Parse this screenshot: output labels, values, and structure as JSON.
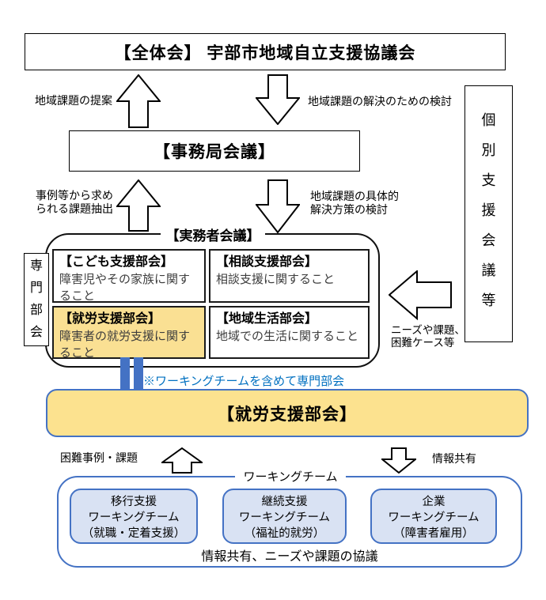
{
  "colors": {
    "accent_blue": "#4472C4",
    "note_blue": "#0070C0",
    "highlight_yellow": "#FCE28F",
    "subcommittee_yellow": "#FAE093",
    "team_box_fill": "#D9E2F3"
  },
  "top_box": {
    "label": "【全体会】 宇部市地域自立支援協議会"
  },
  "flow_top": {
    "up_label": "地域課題の提案",
    "down_label": "地域課題の解決のための検討"
  },
  "secretariat_box": {
    "label": "【事務局会議】"
  },
  "flow_mid": {
    "up_label": "事例等から求め\nられる課題抽出",
    "down_label": "地域課題の具体的\n解決方策の検討"
  },
  "practitioner": {
    "title": "【実務者会議】",
    "side_label": "専\n門\n部\n会",
    "subcommittees": [
      {
        "title": "【こども支援部会】",
        "body": "障害児やその家族に関す\nること",
        "highlighted": false
      },
      {
        "title": "【相談支援部会】",
        "body": "相談支援に関すること",
        "highlighted": false
      },
      {
        "title": "【就労支援部会】",
        "body": "障害者の就労支援に関す\nること",
        "highlighted": true
      },
      {
        "title": "【地域生活部会】",
        "body": "地域での生活に関すること",
        "highlighted": false
      }
    ]
  },
  "individual_support_box": {
    "label": "個\n別\n支\n援\n会\n議\n等"
  },
  "needs_label": "ニーズや課題、\n困難ケース等",
  "working_note": "※ワーキングチームを含めて専門部会",
  "employment_box": {
    "label": "【就労支援部会】"
  },
  "flow_bottom": {
    "up_label": "困難事例・課題",
    "down_label": "情報共有"
  },
  "working_team": {
    "title": "ワーキングチーム",
    "teams": [
      {
        "name": "移行支援\nワーキングチーム\n（就職・定着支援）"
      },
      {
        "name": "継続支援\nワーキングチーム\n（福祉的就労）"
      },
      {
        "name": "企業\nワーキングチーム\n（障害者雇用）"
      }
    ],
    "footer": "情報共有、ニーズや課題の協議"
  }
}
